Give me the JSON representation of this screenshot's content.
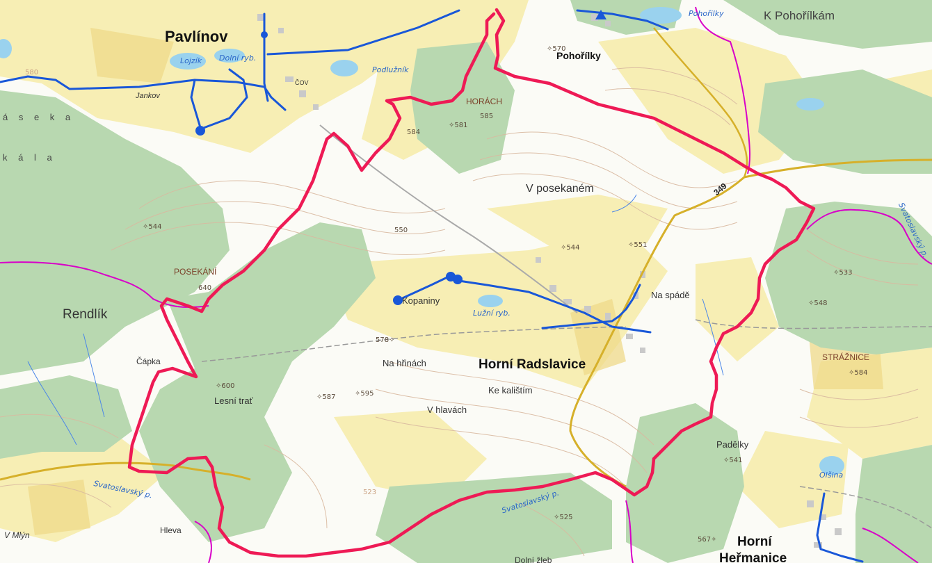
{
  "map": {
    "colors": {
      "forest": "#b8d8b0",
      "field": "#f7eeb4",
      "field_dark": "#efd98a",
      "meadow": "#fbfbf6",
      "contour": "#d9b9a0",
      "boundary": "#ee1a55",
      "water_line": "#1957d8",
      "water_body": "#9ad2ee",
      "road_main": "#d6b02a",
      "district_line": "#d800c8",
      "village": "#c9c9c9"
    },
    "labels": {
      "towns": {
        "pavlinov": "Pavlínov",
        "horni_radslavice": "Horní Radslavice",
        "horni_hermanice_1": "Horní",
        "horni_hermanice_2": "Heřmanice",
        "pohorilky": "Pohořílky",
        "k_pohorilkam": "K Pohořílkám"
      },
      "places": {
        "v_posekanem": "V posekaném",
        "rendlik": "Rendlík",
        "na_spade": "Na spádě",
        "kopaniny": "Kopaniny",
        "na_hrinach": "Na hřinách",
        "ke_kalistim": "Ke kalištím",
        "v_hlavach": "V hlavách",
        "lesni_trat": "Lesní trať",
        "capka": "Čápka",
        "padelky": "Padělky",
        "hleva": "Hleva",
        "v_mlyn": "V Mlýn",
        "dolni_zleb": "Dolní žleb",
        "horach": "HORÁCH",
        "posekani": "POSEKÁNÍ",
        "straznice": "STRÁŽNICE",
        "cov": "ČOV",
        "jankov": "Jankov"
      },
      "spaced": {
        "line1": "á s e k a",
        "line2": "k á l a"
      },
      "water": {
        "lojzik": "Lojzík",
        "dolni_ryb": "Dolní ryb.",
        "podluznik": "Podlužník",
        "luzni_ryb": "Lužní ryb.",
        "svatoslavsky_p_1": "Svatoslavský p.",
        "svatoslavsky_p_2": "Svatoslavský p.",
        "svatoslavsky_p_3": "Svatoslavský p.",
        "pohorilky_water": "Pohořilky",
        "olsina": "Olšina"
      },
      "road_number": "349",
      "elevations": {
        "e570": "570",
        "e581": "581",
        "e585": "585",
        "e584": "584",
        "e544a": "544",
        "e544b": "544",
        "e551": "551",
        "e550": "550",
        "e640": "640",
        "e578": "578",
        "e600": "600",
        "e587": "587",
        "e595": "595",
        "e523": "523",
        "e525": "525",
        "e533": "533",
        "e548": "548",
        "e584s": "584",
        "e541": "541",
        "e567": "567",
        "e580": "580"
      }
    }
  }
}
